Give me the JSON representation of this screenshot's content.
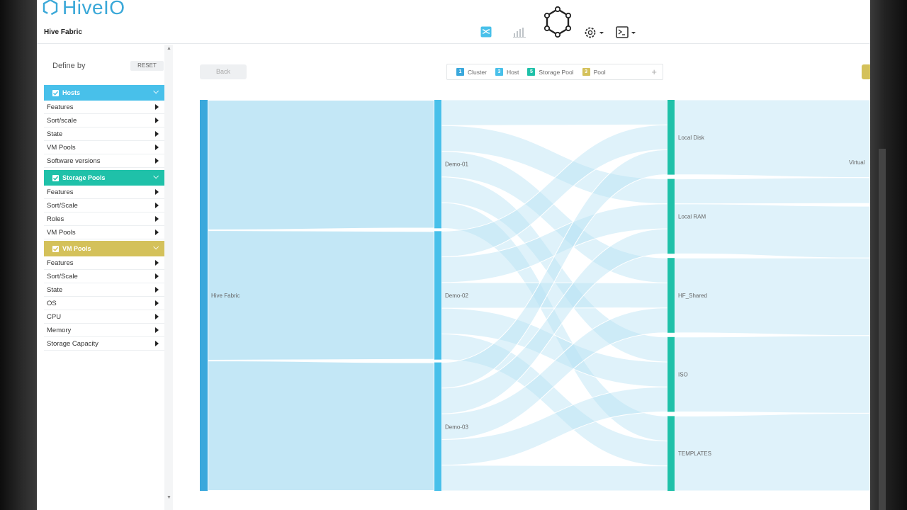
{
  "app": {
    "logo_text": "HiveIO",
    "fabric_title": "Hive Fabric"
  },
  "header_icons": [
    {
      "name": "sankey-view-icon",
      "active": true
    },
    {
      "name": "bar-chart-icon",
      "active": false
    },
    {
      "name": "hive-hexagon-icon"
    },
    {
      "name": "settings-gear-icon"
    },
    {
      "name": "terminal-icon"
    }
  ],
  "sidebar": {
    "define_label": "Define by",
    "reset_label": "RESET",
    "groups": [
      {
        "label": "Hosts",
        "color": "#48c0ea",
        "items": [
          "Features",
          "Sort/scale",
          "State",
          "VM Pools",
          "Software versions"
        ]
      },
      {
        "label": "Storage Pools",
        "color": "#1fc1a9",
        "items": [
          "Features",
          "Sort/Scale",
          "Roles",
          "VM Pools"
        ]
      },
      {
        "label": "VM Pools",
        "color": "#d4c15a",
        "items": [
          "Features",
          "Sort/Scale",
          "State",
          "OS",
          "CPU",
          "Memory",
          "Storage Capacity"
        ]
      }
    ]
  },
  "toolbar": {
    "back_label": "Back"
  },
  "legend": [
    {
      "num": "1",
      "label": "Cluster",
      "color": "#3aa8dc"
    },
    {
      "num": "3",
      "label": "Host",
      "color": "#48c0ea"
    },
    {
      "num": "5",
      "label": "Storage Pool",
      "color": "#1fc1a9"
    },
    {
      "num": "3",
      "label": "Pool",
      "color": "#d4c15a"
    }
  ],
  "chart_data": {
    "type": "sankey",
    "nodes": [
      {
        "id": "hive",
        "label": "Hive Fabric",
        "level": "Cluster"
      },
      {
        "id": "d1",
        "label": "Demo-01",
        "level": "Host"
      },
      {
        "id": "d2",
        "label": "Demo-02",
        "level": "Host"
      },
      {
        "id": "d3",
        "label": "Demo-03",
        "level": "Host"
      },
      {
        "id": "s1",
        "label": "Local Disk",
        "level": "Storage Pool"
      },
      {
        "id": "s2",
        "label": "Local RAM",
        "level": "Storage Pool"
      },
      {
        "id": "s3",
        "label": "HF_Shared",
        "level": "Storage Pool"
      },
      {
        "id": "s4",
        "label": "ISO",
        "level": "Storage Pool"
      },
      {
        "id": "s5",
        "label": "TEMPLATES",
        "level": "Storage Pool"
      },
      {
        "id": "p1",
        "label": "Virtual",
        "level": "Pool"
      },
      {
        "id": "p2",
        "label": "",
        "level": "Pool"
      }
    ],
    "links": [
      {
        "source": "hive",
        "target": "d1",
        "value": 5
      },
      {
        "source": "hive",
        "target": "d2",
        "value": 5
      },
      {
        "source": "hive",
        "target": "d3",
        "value": 5
      },
      {
        "source": "d1",
        "target": "s1",
        "value": 1
      },
      {
        "source": "d1",
        "target": "s2",
        "value": 1
      },
      {
        "source": "d1",
        "target": "s3",
        "value": 1
      },
      {
        "source": "d1",
        "target": "s4",
        "value": 1
      },
      {
        "source": "d1",
        "target": "s5",
        "value": 1
      },
      {
        "source": "d2",
        "target": "s1",
        "value": 1
      },
      {
        "source": "d2",
        "target": "s2",
        "value": 1
      },
      {
        "source": "d2",
        "target": "s3",
        "value": 1
      },
      {
        "source": "d2",
        "target": "s4",
        "value": 1
      },
      {
        "source": "d2",
        "target": "s5",
        "value": 1
      },
      {
        "source": "d3",
        "target": "s1",
        "value": 1
      },
      {
        "source": "d3",
        "target": "s2",
        "value": 1
      },
      {
        "source": "d3",
        "target": "s3",
        "value": 1
      },
      {
        "source": "d3",
        "target": "s4",
        "value": 1
      },
      {
        "source": "d3",
        "target": "s5",
        "value": 1
      },
      {
        "source": "s1",
        "target": "p1",
        "value": 3
      },
      {
        "source": "s2",
        "target": "p1",
        "value": 1
      },
      {
        "source": "s2",
        "target": "p2",
        "value": 2
      },
      {
        "source": "s3",
        "target": "p2",
        "value": 3
      },
      {
        "source": "s4",
        "target": "p2",
        "value": 3
      },
      {
        "source": "s5",
        "target": "p2",
        "value": 3
      }
    ],
    "colors": {
      "cluster_node": "#3aa8dc",
      "host_node": "#48c0ea",
      "storage_node": "#1fc1a9",
      "link": "#b9e3f5"
    }
  }
}
